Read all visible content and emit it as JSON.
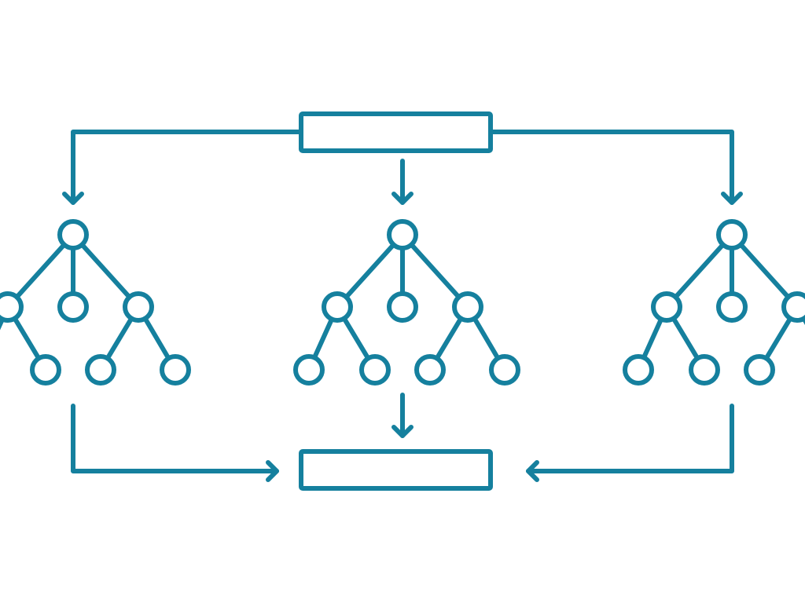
{
  "colors": {
    "stroke": "#15809e",
    "background": "#ffffff"
  },
  "diagram": {
    "input_box": {
      "label": ""
    },
    "output_box": {
      "label": ""
    },
    "trees": [
      {
        "name": "left-tree"
      },
      {
        "name": "center-tree"
      },
      {
        "name": "right-tree"
      }
    ]
  }
}
